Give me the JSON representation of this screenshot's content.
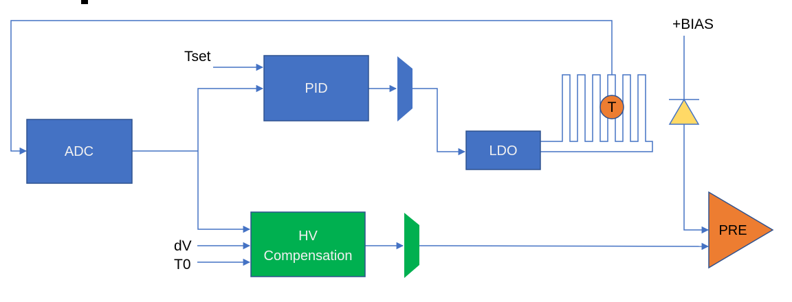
{
  "blocks": {
    "adc": "ADC",
    "pid": "PID",
    "ldo": "LDO",
    "hv_line1": "HV",
    "hv_line2": "Compensation",
    "pre": "PRE",
    "temp_sensor": "T"
  },
  "signals": {
    "tset": "Tset",
    "dv": "dV",
    "t0": "T0",
    "bias": "+BIAS"
  },
  "colors": {
    "block_blue": "#4472C4",
    "block_green": "#00B050",
    "amplifier_orange": "#ED7D31",
    "diode_yellow": "#FFD966",
    "wire": "#4472C4"
  },
  "icons": [
    "mux-icon",
    "diode-icon",
    "amplifier-icon",
    "heater-icon",
    "temp-sensor-icon"
  ]
}
